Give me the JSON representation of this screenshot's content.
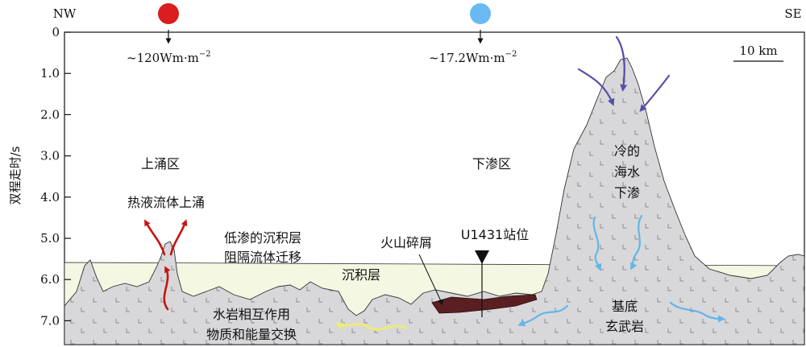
{
  "orientation": {
    "left": "NW",
    "right": "SE"
  },
  "y_axis": {
    "label": "双程走时/s",
    "ticks": [
      "0",
      "1.0",
      "2.0",
      "3.0",
      "4.0",
      "5.0",
      "6.0",
      "7.0"
    ]
  },
  "heat_flow": {
    "left": {
      "value": "~120Wm·m",
      "exp": "−2",
      "color": "#d81e1e"
    },
    "right": {
      "value": "~17.2Wm·m",
      "exp": "−2",
      "color": "#6bb9f2"
    }
  },
  "scale_bar": "10 km",
  "labels": {
    "upwelling_zone": "上涌区",
    "downwelling_zone": "下渗区",
    "hydrothermal_up": "热液流体上涌",
    "low_perm_1": "低渗的沉积层",
    "low_perm_2": "阻隔流体迁移",
    "sediment": "沉积层",
    "volcanic_debris": "火山碎屑",
    "site": "U1431站位",
    "cold_sea_1": "冷的",
    "cold_sea_2": "海水",
    "cold_sea_3": "下渗",
    "water_rock_1": "水岩相互作用",
    "water_rock_2": "物质和能量交换",
    "basement_1": "基底",
    "basement_2": "玄武岩"
  },
  "colors": {
    "sediment_fill": "#f4f7e1",
    "basalt_fill": "#d8d8da",
    "debris_fill": "#5b1f21",
    "red_arrow": "#c71313",
    "blue_arrow": "#62b6ea",
    "purple_arrow": "#5650a8",
    "yellow_arrow": "#f1ee6a"
  }
}
